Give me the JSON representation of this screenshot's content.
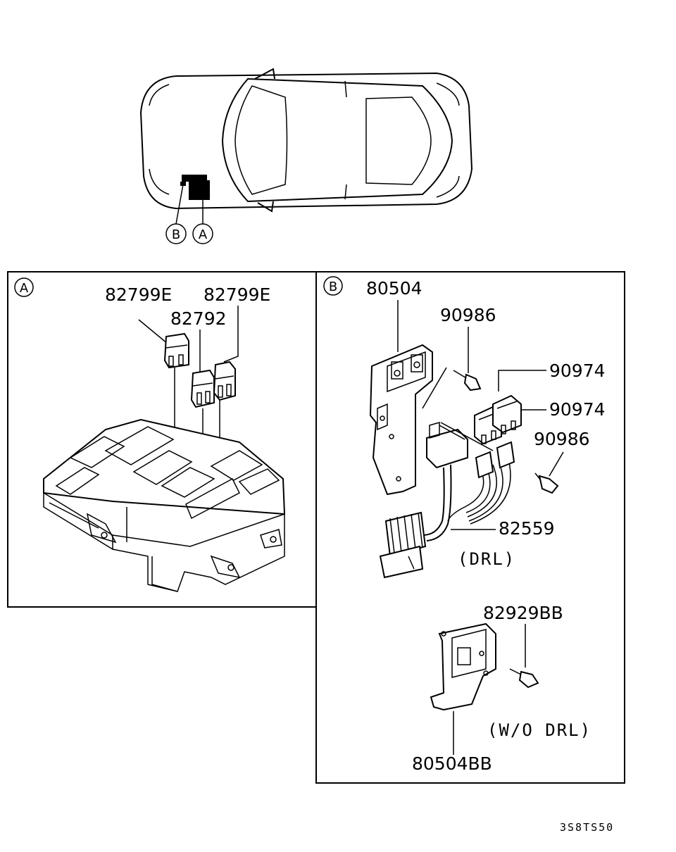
{
  "overview": {
    "callout_b": "B",
    "callout_a": "A"
  },
  "panel_a": {
    "tag": "A",
    "labels": {
      "relay_left": "82799E",
      "relay_right": "82799E",
      "relay_center": "82792"
    }
  },
  "panel_b": {
    "tag": "B",
    "labels": {
      "bracket": "80504",
      "bolt_top": "90986",
      "relay_top": "90974",
      "relay_bottom": "90974",
      "bolt_bottom": "90986",
      "harness": "82559",
      "drl_note": "(DRL)",
      "bolt_wo": "82929BB",
      "wo_drl_note": "(W/O DRL)",
      "bracket_wo": "80504BB"
    }
  },
  "diagram_code": "3S8TS50"
}
